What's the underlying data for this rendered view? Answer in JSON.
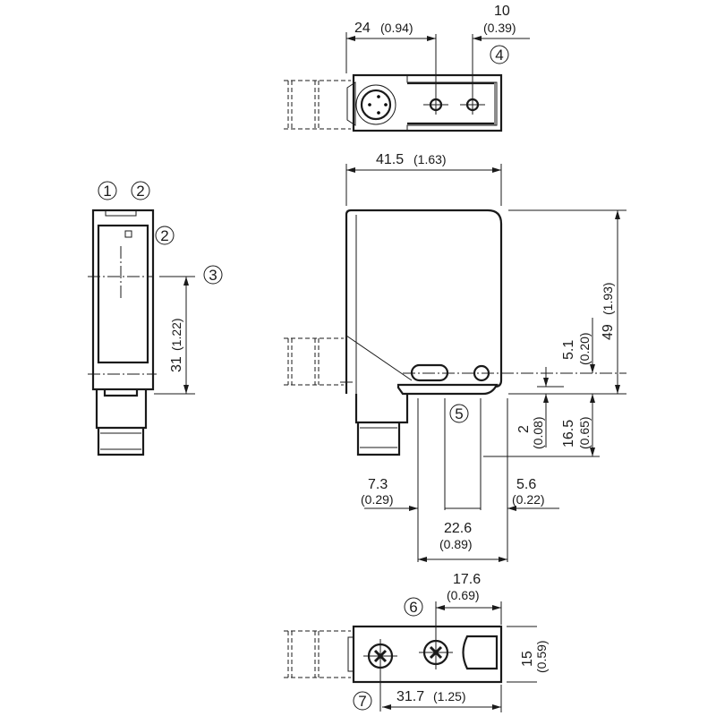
{
  "title": "Dimensional drawing",
  "dims": {
    "d24": "24",
    "d24_in": "(0.94)",
    "d10": "10",
    "d10_in": "(0.39)",
    "d41_5": "41.5",
    "d41_5_in": "(1.63)",
    "d49": "49",
    "d49_in": "(1.93)",
    "d5_1": "5.1",
    "d5_1_in": "(0.20)",
    "d2": "2",
    "d2_in": "(0.08)",
    "d16_5": "16.5",
    "d16_5_in": "(0.65)",
    "d31": "31",
    "d31_in": "(1.22)",
    "d7_3": "7.3",
    "d7_3_in": "(0.29)",
    "d5_6": "5.6",
    "d5_6_in": "(0.22)",
    "d22_6": "22.6",
    "d22_6_in": "(0.89)",
    "d17_6": "17.6",
    "d17_6_in": "(0.69)",
    "d15": "15",
    "d15_in": "(0.59)",
    "d31_7": "31.7",
    "d31_7_in": "(1.25)"
  },
  "callouts": {
    "c1": "1",
    "c2": "2",
    "c2b": "2",
    "c3": "3",
    "c4": "4",
    "c5": "5",
    "c6": "6",
    "c7": "7"
  }
}
